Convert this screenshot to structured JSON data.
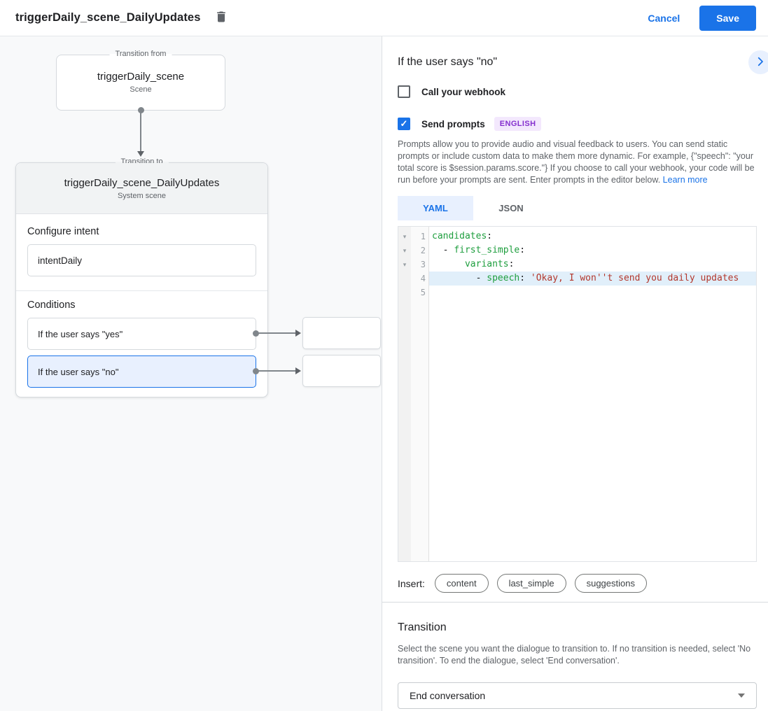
{
  "header": {
    "title": "triggerDaily_scene_DailyUpdates",
    "cancel_label": "Cancel",
    "save_label": "Save"
  },
  "canvas": {
    "from_box": {
      "legend": "Transition from",
      "title": "triggerDaily_scene",
      "subtitle": "Scene"
    },
    "to_box": {
      "legend": "Transition to",
      "title": "triggerDaily_scene_DailyUpdates",
      "subtitle": "System scene",
      "configure_intent_label": "Configure intent",
      "intent_value": "intentDaily",
      "conditions_label": "Conditions",
      "conditions": [
        {
          "label": "If the user says \"yes\"",
          "selected": false
        },
        {
          "label": "If the user says \"no\"",
          "selected": true
        }
      ]
    }
  },
  "panel": {
    "title": "If the user says \"no\"",
    "webhook_checkbox": {
      "label": "Call your webhook",
      "checked": false
    },
    "prompts_checkbox": {
      "label": "Send prompts",
      "checked": true,
      "badge": "ENGLISH"
    },
    "description": "Prompts allow you to provide audio and visual feedback to users. You can send static prompts or include custom data to make them more dynamic. For example, {\"speech\": \"your total score is $session.params.score.\"} If you choose to call your webhook, your code will be run before your prompts are sent. Enter prompts in the editor below. ",
    "learn_more_label": "Learn more",
    "tabs": [
      {
        "label": "YAML",
        "active": true
      },
      {
        "label": "JSON",
        "active": false
      }
    ],
    "editor": {
      "lines": [
        {
          "n": "1",
          "fold": true,
          "highlight": false,
          "indent": "",
          "key": "candidates",
          "suffix": ":",
          "string": ""
        },
        {
          "n": "2",
          "fold": true,
          "highlight": false,
          "indent": "  - ",
          "key": "first_simple",
          "suffix": ":",
          "string": ""
        },
        {
          "n": "3",
          "fold": true,
          "highlight": false,
          "indent": "      ",
          "key": "variants",
          "suffix": ":",
          "string": ""
        },
        {
          "n": "4",
          "fold": false,
          "highlight": true,
          "indent": "        - ",
          "key": "speech",
          "suffix": ": ",
          "string": "'Okay, I won''t send you daily updates"
        },
        {
          "n": "5",
          "fold": false,
          "highlight": false,
          "indent": "",
          "key": "",
          "suffix": "",
          "string": ""
        }
      ]
    },
    "insert_label": "Insert:",
    "insert_pills": [
      "content",
      "last_simple",
      "suggestions"
    ],
    "transition": {
      "title": "Transition",
      "description": "Select the scene you want the dialogue to transition to. If no transition is needed, select 'No transition'. To end the dialogue, select 'End conversation'.",
      "dropdown_value": "End conversation"
    }
  },
  "icons": {
    "checkmark": "✓",
    "fold_arrow": "▾"
  },
  "colors": {
    "accent": "#1a73e8",
    "accent_bg": "#e8f0fe",
    "text": "#202124",
    "muted": "#5f6368",
    "border": "#dadce0",
    "canvas_bg": "#f8f9fa",
    "card_header_bg": "#f1f3f4",
    "badge_bg": "#f3e8fd",
    "badge_text": "#8430ce",
    "code_key": "#1e9e3e",
    "code_string": "#b3372c",
    "line_highlight": "#e1effa"
  }
}
